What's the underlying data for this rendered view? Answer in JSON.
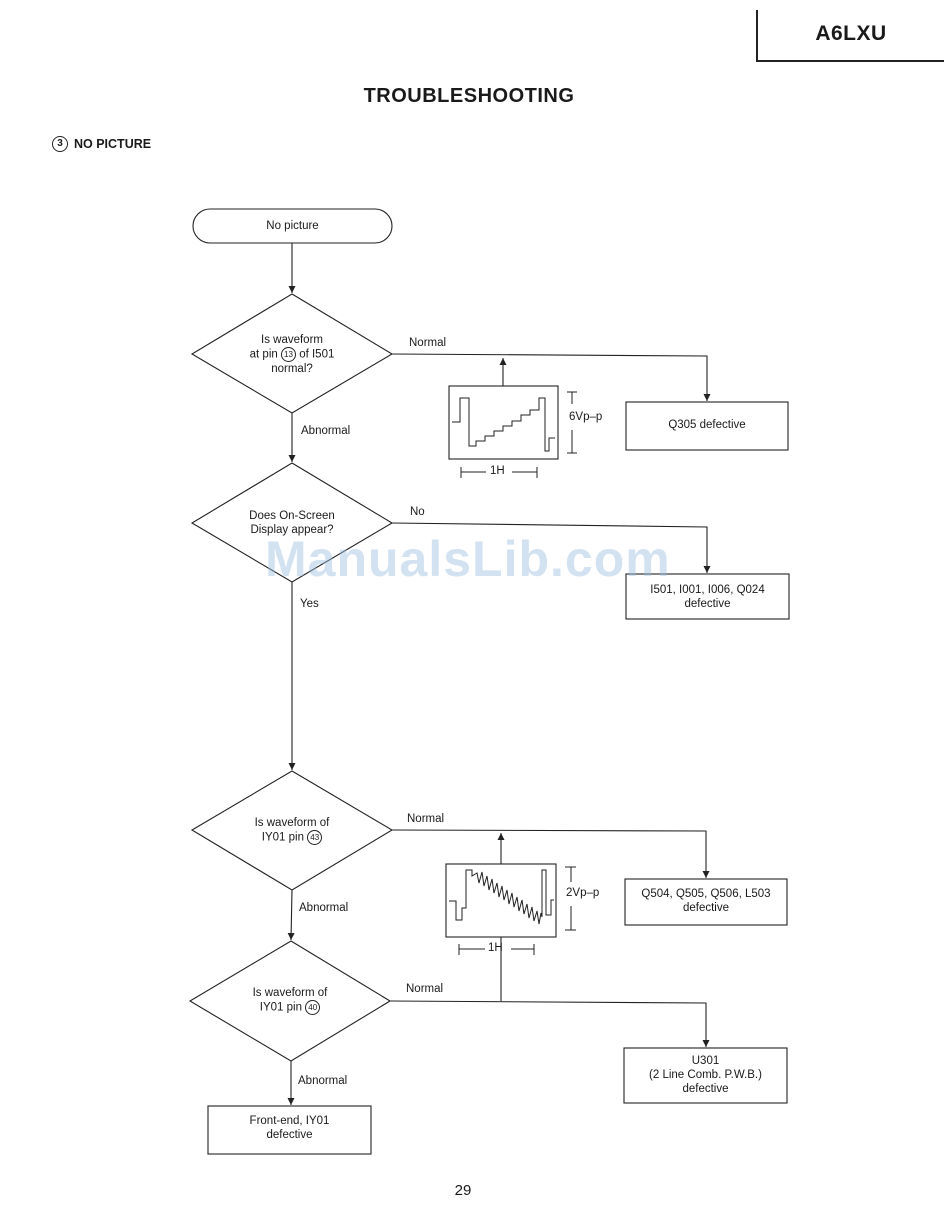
{
  "header": {
    "model": "A6LXU",
    "title": "TROUBLESHOOTING",
    "section_number": "3",
    "section_title": "NO PICTURE"
  },
  "flowchart": {
    "start": "No picture",
    "q1": {
      "line1": "Is waveform",
      "pre": "at pin",
      "pin": "13",
      "post": "of I501",
      "line3": "normal?"
    },
    "q1_yes": "Normal",
    "q1_no": "Abnormal",
    "r1": "Q305 defective",
    "wave1": {
      "amplitude": "6Vp–p",
      "period": "1H"
    },
    "q2": {
      "line1": "Does On-Screen",
      "line2": "Display appear?"
    },
    "q2_no": "No",
    "q2_yes": "Yes",
    "r2": {
      "line1": "I501, I001, I006, Q024",
      "line2": "defective"
    },
    "q3": {
      "line1": "Is waveform of",
      "pre": "IY01 pin",
      "pin": "43"
    },
    "q3_yes": "Normal",
    "q3_no": "Abnormal",
    "r3": {
      "line1": "Q504, Q505, Q506, L503",
      "line2": "defective"
    },
    "wave2": {
      "amplitude": "2Vp–p",
      "period": "1H"
    },
    "q4": {
      "line1": "Is waveform of",
      "pre": "IY01 pin",
      "pin": "40"
    },
    "q4_yes": "Normal",
    "q4_no": "Abnormal",
    "r4": {
      "line1": "U301",
      "line2": "(2 Line Comb. P.W.B.)",
      "line3": "defective"
    },
    "r5": {
      "line1": "Front-end, IY01",
      "line2": "defective"
    }
  },
  "watermark": "ManualsLib.com",
  "page_number": "29"
}
